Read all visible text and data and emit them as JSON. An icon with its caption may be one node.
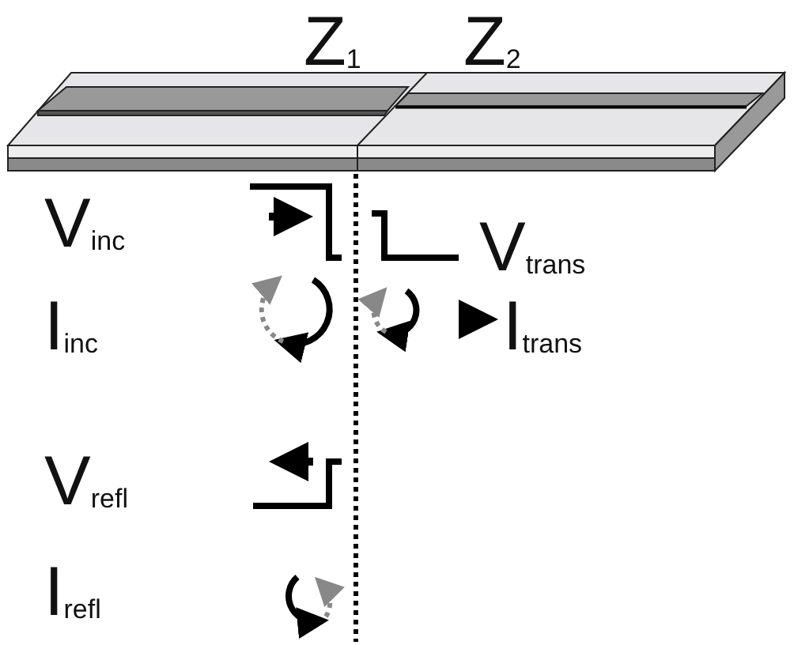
{
  "diagram": {
    "labels": [
      "Z$_{1}$",
      "Z$_{2}$",
      "V$_{inc}$",
      "V$_{trans}$",
      "I$_{inc}$",
      "I$_{trans}$",
      "V$_{refl}$",
      "I$_{refl}$"
    ]
  }
}
